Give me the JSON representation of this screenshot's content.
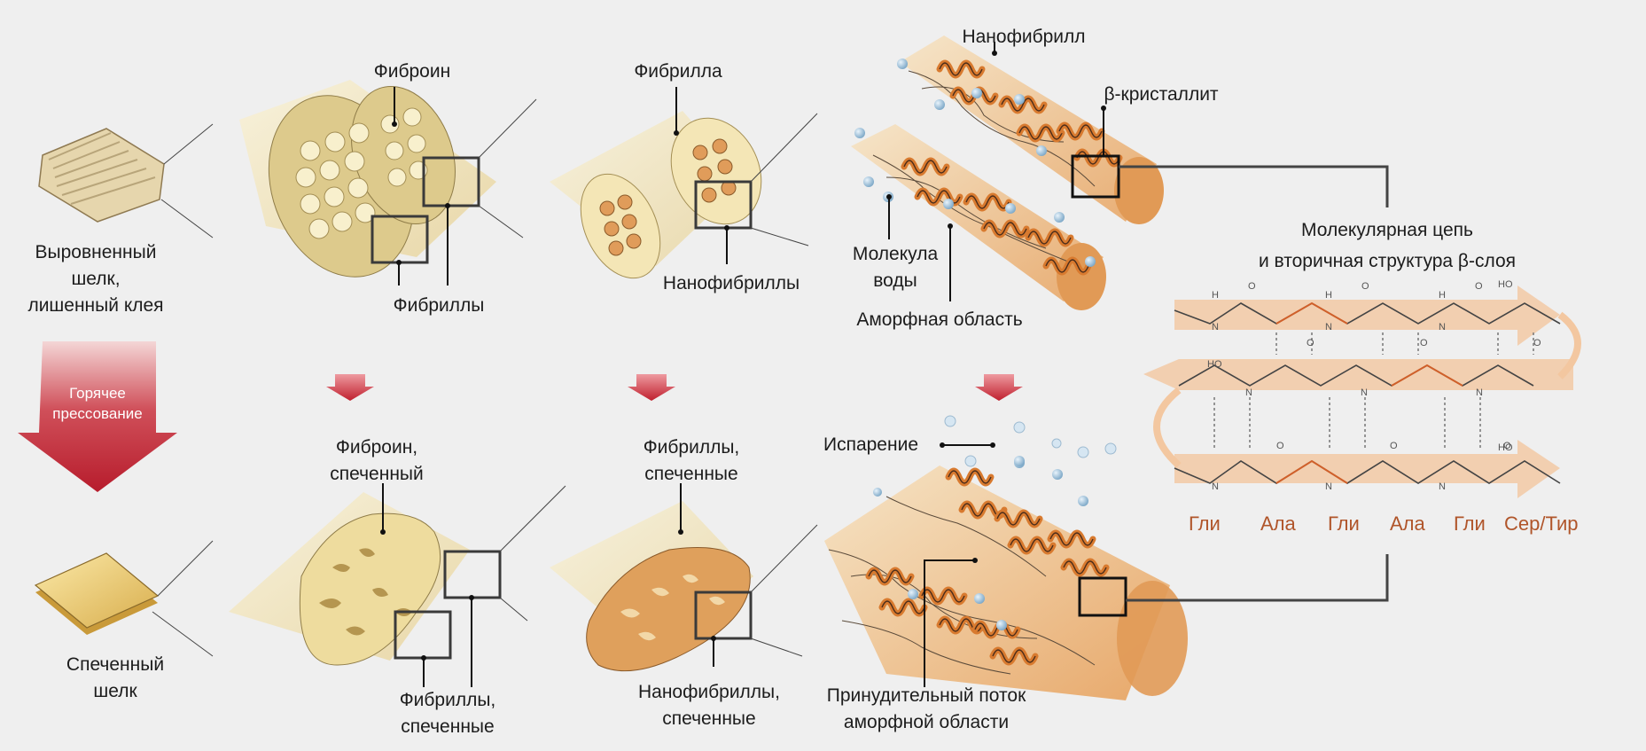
{
  "colors": {
    "background": "#efefef",
    "fiber_cream": "#f0e2b3",
    "fiber_orange": "#e9a865",
    "arrow_red": "#c42434",
    "beta_band": "#f3c7a0",
    "residue_text": "#b0552a"
  },
  "left_column": {
    "top_label": "Выровненный\nшелк,\nлишенный клея",
    "arrow_label": "Горячее\nпрессование",
    "bottom_label": "Спеченный\nшелк"
  },
  "top_row": {
    "fibroin": "Фиброин",
    "fibrils": "Фибриллы",
    "fibrilla": "Фибрилла",
    "nanofibrils": "Нанофибриллы",
    "nanofibril": "Нанофибрилл",
    "beta_crystallite": "β-кристаллит",
    "water_molecule": "Молекула\nводы",
    "amorphous_region": "Аморфная область"
  },
  "bottom_row": {
    "fibroin_sintered": "Фиброин,\nспеченный",
    "fibrils_sintered_a": "Фибриллы,\nспеченные",
    "fibrils_sintered_b": "Фибриллы,\nспеченные",
    "nanofibrils_sintered": "Нанофибриллы,\nспеченные",
    "evaporation": "Испарение",
    "forced_flow": "Принудительный поток\nаморфной области"
  },
  "molecular": {
    "title": "Молекулярная цепь\nи вторичная структура β-слоя",
    "residues": [
      "Гли",
      "Ала",
      "Гли",
      "Ала",
      "Гли",
      "Сер/Тир"
    ],
    "atom_o": "O",
    "atom_h": "H",
    "atom_n": "N",
    "atom_ho": "HO"
  }
}
